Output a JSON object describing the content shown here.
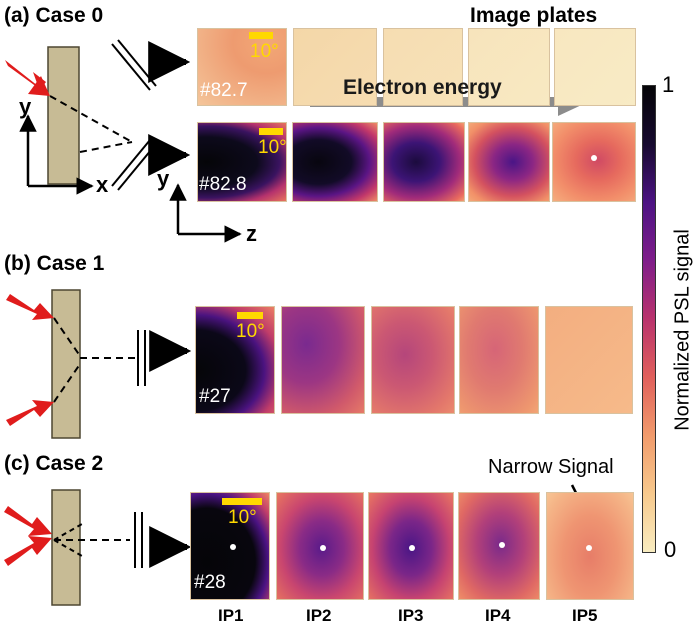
{
  "panels": {
    "a_label": "(a) Case 0",
    "b_label": "(b) Case 1",
    "c_label": "(c) Case 2"
  },
  "header": {
    "image_plates": "Image plates",
    "electron_energy": "Electron energy"
  },
  "axes": {
    "y": "y",
    "x": "x",
    "z": "z"
  },
  "shots": {
    "s1": "#82.7",
    "s2": "#82.8",
    "s3": "#27",
    "s4": "#28"
  },
  "angle_label": "10°",
  "annotation": "Narrow Signal",
  "ip_labels": [
    "IP1",
    "IP2",
    "IP3",
    "IP4",
    "IP5"
  ],
  "colorbar": {
    "title": "Normalized PSL signal",
    "max_label": "1",
    "min_label": "0",
    "stops": [
      "#f8ecc0",
      "#f7c98d",
      "#f19b6c",
      "#e0605c",
      "#b9336d",
      "#7f1d8a",
      "#4c1383",
      "#170a2f",
      "#050508"
    ]
  },
  "colors": {
    "target": "#c7bb95",
    "target_border": "#4d4631",
    "laser_arrow": "#e01c1c",
    "energy_arrow": "#8c8c8c",
    "angle_marker": "#ffd800"
  }
}
